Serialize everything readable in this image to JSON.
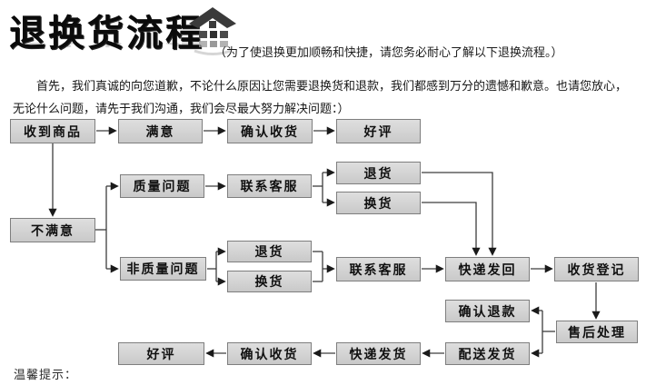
{
  "header": {
    "title": "退换货流程",
    "note": "（为了使退换更加顺畅和快捷，请您务必耐心了解以下退换流程。）",
    "logo_icon": "home-icon"
  },
  "intro": {
    "text": "首先，我们真诚的向您道歉，不论什么原因让您需要退换货和退款，我们都感到万分的遗憾和歉意。也请您放心，无论什么问题，请先于我们沟通，我们会尽最大努力解决问题：）"
  },
  "flowchart": {
    "nodes": {
      "received_goods": {
        "label": "收到商品"
      },
      "satisfied": {
        "label": "满意"
      },
      "confirm_receipt_top": {
        "label": "确认收货"
      },
      "good_review_top": {
        "label": "好评"
      },
      "quality_issue": {
        "label": "质量问题"
      },
      "contact_cs_top": {
        "label": "联系客服"
      },
      "return_top": {
        "label": "退货"
      },
      "exchange_top": {
        "label": "换货"
      },
      "dissatisfied": {
        "label": "不满意"
      },
      "non_quality_issue": {
        "label": "非质量问题"
      },
      "return_mid": {
        "label": "退货"
      },
      "exchange_mid": {
        "label": "换货"
      },
      "contact_cs_mid": {
        "label": "联系客服"
      },
      "courier_return": {
        "label": "快递发回"
      },
      "receipt_register": {
        "label": "收货登记"
      },
      "confirm_refund": {
        "label": "确认退款"
      },
      "after_sales": {
        "label": "售后处理"
      },
      "delivery_ship": {
        "label": "配送发货"
      },
      "courier_ship": {
        "label": "快递发货"
      },
      "confirm_receipt_bottom": {
        "label": "确认收货"
      },
      "good_review_bottom": {
        "label": "好评"
      }
    },
    "edges": [
      "收到商品→满意",
      "满意→确认收货",
      "确认收货→好评",
      "收到商品→不满意",
      "不满意→质量问题",
      "不满意→非质量问题",
      "质量问题→联系客服",
      "联系客服→退货",
      "联系客服→换货",
      "退货→快递发回",
      "换货→快递发回",
      "非质量问题→退货",
      "非质量问题→换货",
      "退货/换货→联系客服",
      "联系客服→快递发回",
      "快递发回→收货登记",
      "收货登记→售后处理",
      "售后处理→确认退款",
      "售后处理→配送发货",
      "配送发货→快递发货",
      "快递发货→确认收货",
      "确认收货→好评"
    ]
  },
  "footer": {
    "tips": "温馨提示："
  },
  "colors": {
    "box_fill": "#d3d3d3",
    "box_border": "#7e7e7e",
    "connector": "#3d3d3d",
    "title": "#0b0b0b"
  }
}
